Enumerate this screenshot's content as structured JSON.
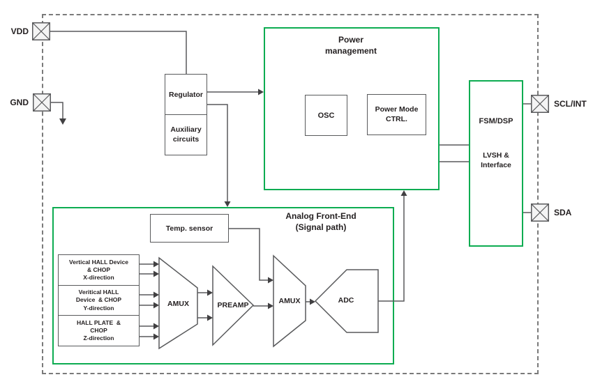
{
  "pins": {
    "vdd": "VDD",
    "gnd": "GND",
    "scl_int": "SCL/INT",
    "sda": "SDA"
  },
  "blocks": {
    "regulator": "Regulator",
    "auxiliary": "Auxiliary\ncircuits",
    "power_management_title": "Power\nmanagement",
    "osc": "OSC",
    "power_mode_ctrl": "Power Mode\nCTRL.",
    "fsm_dsp": "FSM/DSP",
    "lvsh_interface": "LVSH &\nInterface",
    "afe_title": "Analog Front-End\n(Signal path)",
    "temp_sensor": "Temp. sensor",
    "hall_x": "Vertical HALL Device\n& CHOP\nX-direction",
    "hall_y": "Veritical HALL\nDevice  & CHOP\nY-direction",
    "hall_z": "HALL PLATE  &\nCHOP\nZ-direction",
    "amux1": "AMUX",
    "preamp": "PREAMP",
    "amux2": "AMUX",
    "adc": "ADC"
  },
  "colors": {
    "accent_green": "#0cac51",
    "line_gray": "#58595b",
    "boundary_gray": "#7a7a7a",
    "text": "#231f20"
  }
}
